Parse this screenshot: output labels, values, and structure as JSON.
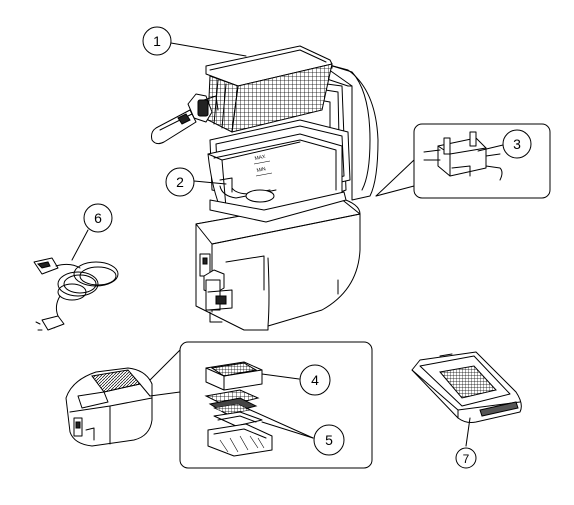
{
  "callouts": [
    {
      "label": "1"
    },
    {
      "label": "2"
    },
    {
      "label": "3"
    },
    {
      "label": "4"
    },
    {
      "label": "5"
    },
    {
      "label": "6"
    },
    {
      "label": "7"
    }
  ],
  "inner_marks": {
    "max": "MAX",
    "min": "MIN"
  }
}
